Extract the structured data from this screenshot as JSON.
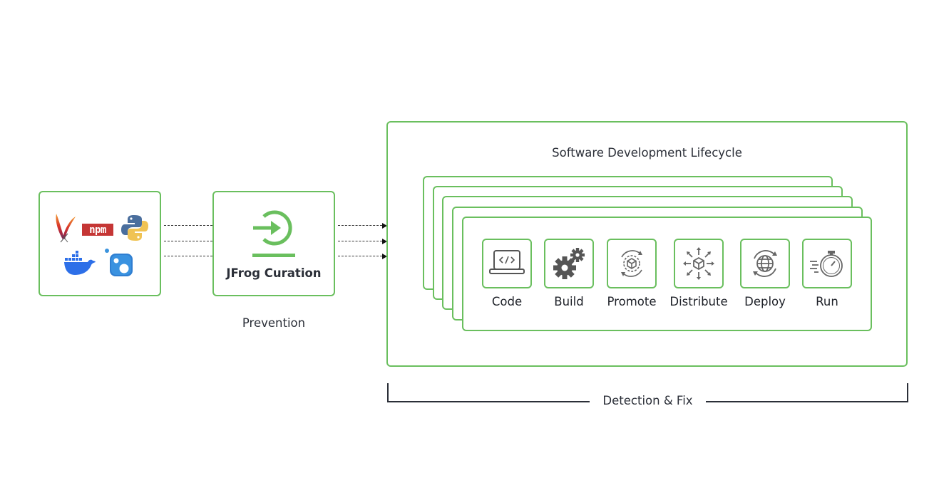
{
  "colors": {
    "accent_green": "#6abf5e",
    "text_dark": "#2b2f38"
  },
  "sources": {
    "icons": [
      "apache-maven-icon",
      "npm-icon",
      "python-icon",
      "docker-icon",
      "nuget-icon"
    ],
    "npm_text": "npm"
  },
  "curation": {
    "title": "JFrog Curation",
    "icon": "curation-enter-icon",
    "caption": "Prevention"
  },
  "sdlc": {
    "title": "Software Development Lifecycle",
    "stages": [
      {
        "label": "Code",
        "icon": "laptop-code-icon"
      },
      {
        "label": "Build",
        "icon": "gears-icon"
      },
      {
        "label": "Promote",
        "icon": "cube-gear-cycle-icon"
      },
      {
        "label": "Distribute",
        "icon": "cube-arrows-out-icon"
      },
      {
        "label": "Deploy",
        "icon": "globe-cycle-icon"
      },
      {
        "label": "Run",
        "icon": "stopwatch-icon"
      }
    ],
    "bracket_label": "Detection & Fix"
  }
}
